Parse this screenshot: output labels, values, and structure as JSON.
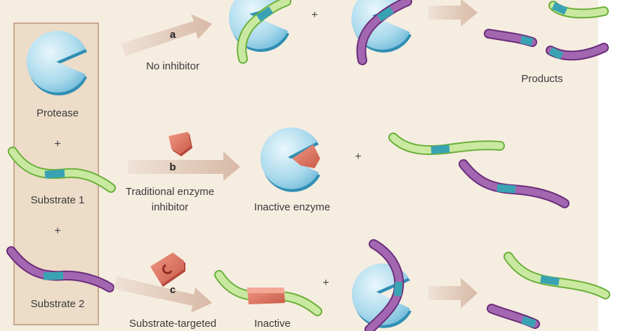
{
  "colors": {
    "background": "#f6ede1",
    "panel": "#ecdcc8",
    "panel_border": "#c9a98e",
    "enzyme": "#bfe3f2",
    "enzyme_dark": "#2f8fb3",
    "green": "#b3dc8a",
    "green_dark": "#6bb03a",
    "purple": "#9a5aa8",
    "purple_dark": "#6b2e7a",
    "teal": "#3aa3b3",
    "inhibitor": "#e07a66",
    "inhibitor_dark": "#b6473a",
    "arrow": "#e6cfc1"
  },
  "legend": {
    "protease": "Protease",
    "plus1": "+",
    "substrate1": "Substrate 1",
    "plus2": "+",
    "substrate2": "Substrate 2"
  },
  "row_a": {
    "arrow_letter": "a",
    "arrow_label": "No inhibitor",
    "plus": "+",
    "products_label": "Products"
  },
  "row_b": {
    "arrow_letter": "b",
    "arrow_label_line1": "Traditional enzyme",
    "arrow_label_line2": "inhibitor",
    "inactive_label": "Inactive enzyme",
    "plus": "+"
  },
  "row_c": {
    "arrow_letter": "c",
    "arrow_label": "Substrate-targeted",
    "inactive_label": "Inactive",
    "plus": "+"
  },
  "icons": {
    "enzyme": "pac-man-protease-icon",
    "substrate": "peptide-strand-icon",
    "inhibitor": "inhibitor-wedge-icon",
    "arrow": "reaction-arrow-icon"
  }
}
